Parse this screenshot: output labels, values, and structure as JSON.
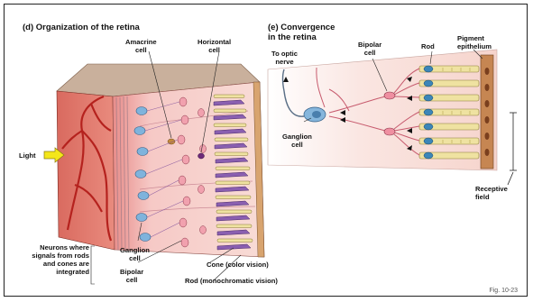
{
  "panel_d": {
    "title": "(d) Organization of the retina",
    "labels": {
      "amacrine": "Amacrine\ncell",
      "horizontal": "Horizontal\ncell",
      "light": "Light",
      "neurons_note": "Neurons where\nsignals from rods\nand cones are\nintegrated",
      "ganglion": "Ganglion\ncell",
      "bipolar": "Bipolar\ncell",
      "cone": "Cone (color vision)",
      "rod": "Rod (monochromatic vision)"
    }
  },
  "panel_e": {
    "title": "(e) Convergence\nin the retina",
    "labels": {
      "optic_nerve": "To optic\nnerve",
      "bipolar": "Bipolar\ncell",
      "rod": "Rod",
      "pigment": "Pigment\nepithelium",
      "ganglion": "Ganglion\ncell",
      "receptive": "Receptive\nfield"
    }
  },
  "figure_number": "Fig. 10-23",
  "colors": {
    "tissue_pink": "#f3c7c7",
    "vessel_red": "#d8302e",
    "neuron_blue": "#6fa9d6",
    "rod_yellow": "#efe2a1",
    "cone_purple": "#8a5fb0",
    "pigment_brown": "#b8744a",
    "light_arrow": "#f4e61a"
  }
}
